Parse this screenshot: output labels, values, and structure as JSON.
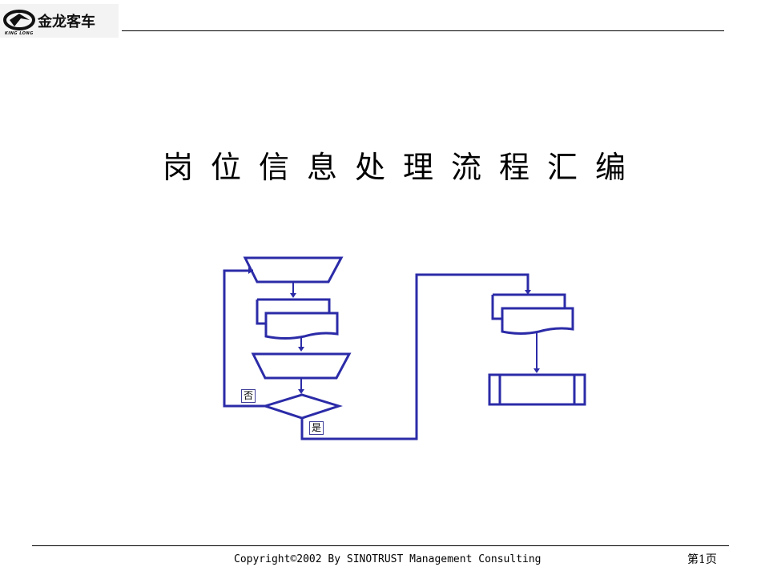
{
  "header": {
    "logo_cn": "金龙客车",
    "logo_en": "KING LONG"
  },
  "title": "岗位信息处理流程汇编",
  "flowchart": {
    "no_label": "否",
    "yes_label": "是"
  },
  "footer": {
    "copyright": "Copyright©2002 By SINOTRUST Management Consulting",
    "page": "第1页"
  },
  "colors": {
    "flow_stroke": "#2b2ba8"
  }
}
